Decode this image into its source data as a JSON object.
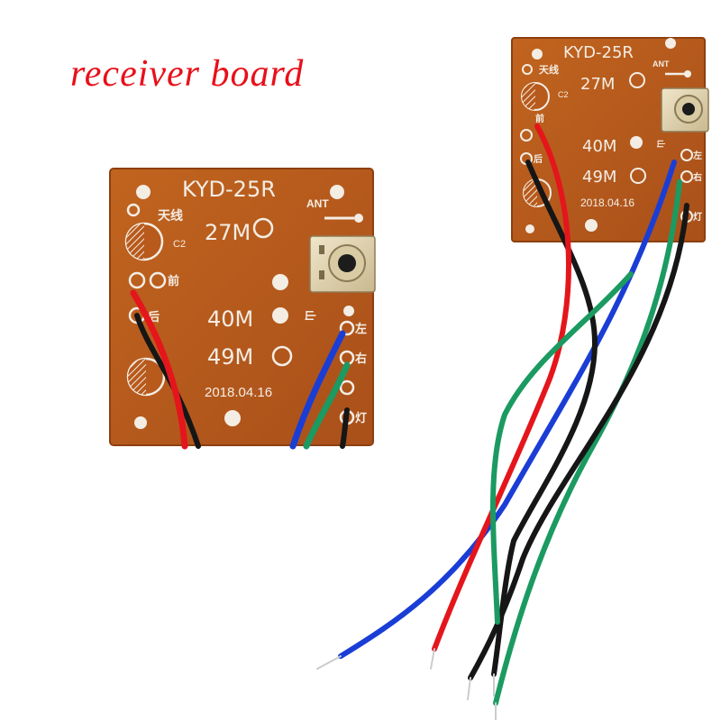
{
  "caption": "receiver board",
  "board": {
    "model": "KYD-25R",
    "antenna_cn": "天线",
    "antenna_en": "ANT",
    "cap_label": "C2",
    "freq_27": "27M",
    "freq_40": "40M",
    "freq_49": "49M",
    "date": "2018.04.16",
    "forward_cn": "前",
    "back_cn": "后",
    "left_cn": "左",
    "right_cn": "右",
    "light_cn": "灯",
    "rotated_cn": "山"
  },
  "colors": {
    "caption": "#e8101a",
    "pcb": "#b75a1c",
    "pcb_edge": "#8d3f10",
    "pad": "#f4ede4",
    "wire_red": "#e4161c",
    "wire_black": "#161616",
    "wire_blue": "#1a3dd6",
    "wire_green": "#1b9a62"
  }
}
